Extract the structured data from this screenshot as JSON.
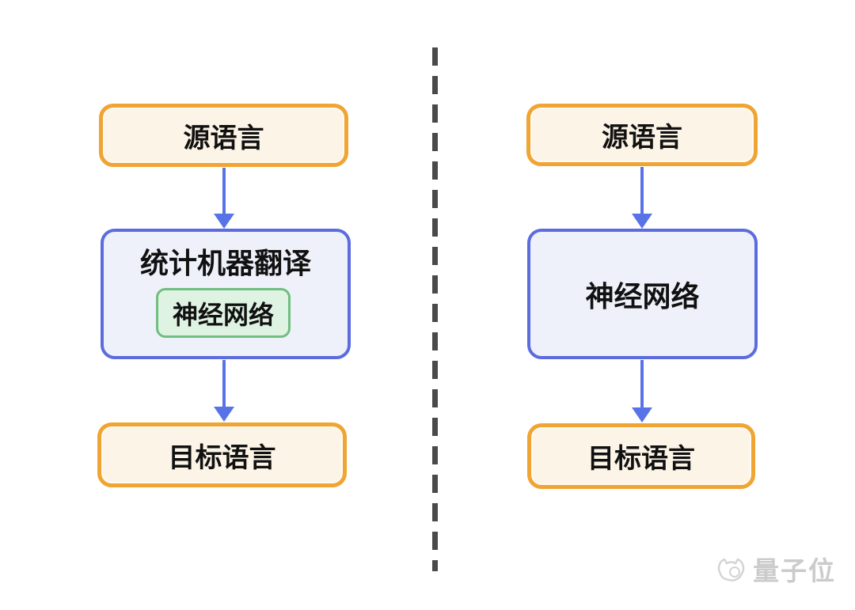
{
  "diagram": {
    "left_flow": {
      "source_label": "源语言",
      "process_title": "统计机器翻译",
      "process_component_label": "神经网络",
      "target_label": "目标语言"
    },
    "right_flow": {
      "source_label": "源语言",
      "process_label": "神经网络",
      "target_label": "目标语言"
    },
    "colors": {
      "io_box_border": "#f0a432",
      "io_box_fill": "#fcf4e6",
      "process_box_border": "#5b6cde",
      "process_box_fill": "#eef1fa",
      "component_box_border": "#70be80",
      "component_box_fill": "#dff3e3",
      "arrow": "#5873e8",
      "divider": "#4a4a4a",
      "text": "#111111",
      "watermark": "#cbcbcb"
    },
    "watermark": {
      "logo": "qbitai-cat-logo",
      "text": "量子位"
    }
  }
}
